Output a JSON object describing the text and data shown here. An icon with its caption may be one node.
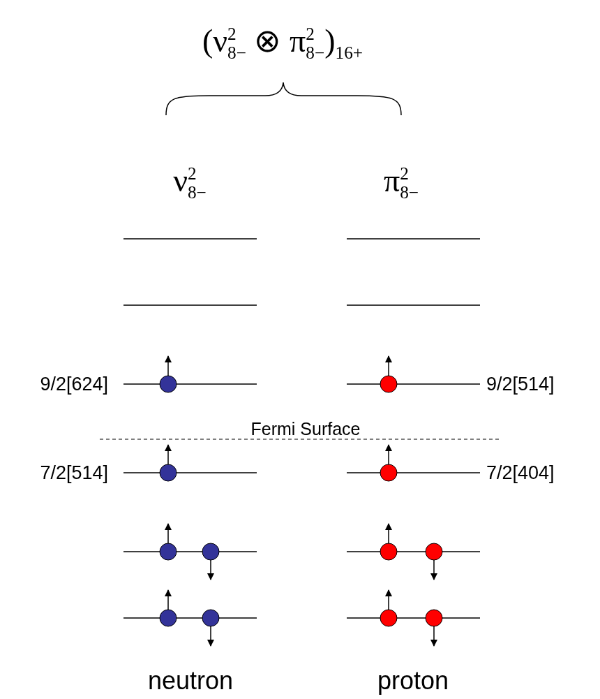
{
  "diagram": {
    "title": "(ν$^{2}$$_{8−}$ ⊗ π$^{2}$$_{8−}$)$_{16+}$",
    "labels": [
      "ν$^{2}$$_{8−}$",
      "π$^{2}$$_{8−}$",
      "9/2[624]",
      "9/2[514]",
      "Fermi Surface",
      "7/2[514]",
      "7/2[404]",
      "neutron",
      "proton"
    ]
  }
}
